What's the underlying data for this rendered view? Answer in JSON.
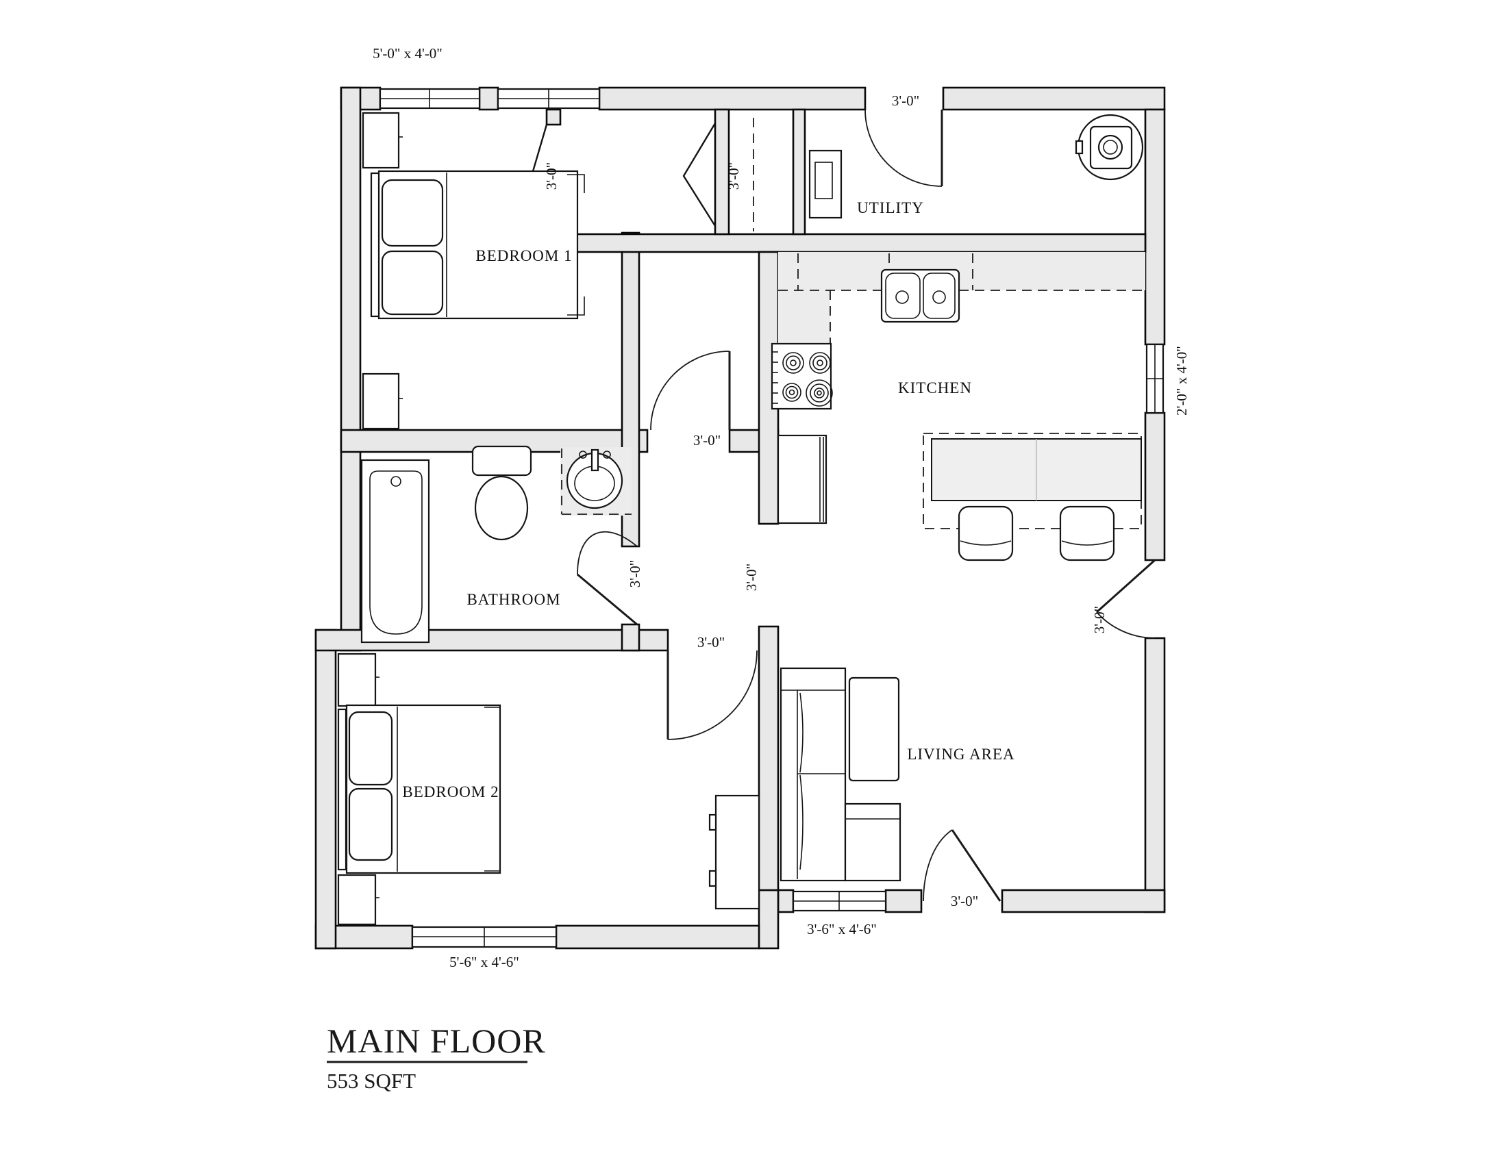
{
  "title": {
    "main": "MAIN FLOOR",
    "area": "553 SQFT"
  },
  "rooms": {
    "bedroom1": "BEDROOM 1",
    "bedroom2": "BEDROOM 2",
    "bathroom": "BATHROOM",
    "kitchen": "KITCHEN",
    "utility": "UTILITY",
    "living": "LIVING AREA"
  },
  "dims": {
    "window_top": "5'-0\" x 4'-0\"",
    "window_right": "2'-0\" x 4'-0\"",
    "window_bedroom2": "5'-6\" x 4'-6\"",
    "window_living": "3'-6\" x 4'-6\"",
    "door_standard": "3'-0\""
  },
  "colors": {
    "wall_fill": "#e8e8e8",
    "line": "#111111",
    "counter_fill": "#ececec"
  }
}
